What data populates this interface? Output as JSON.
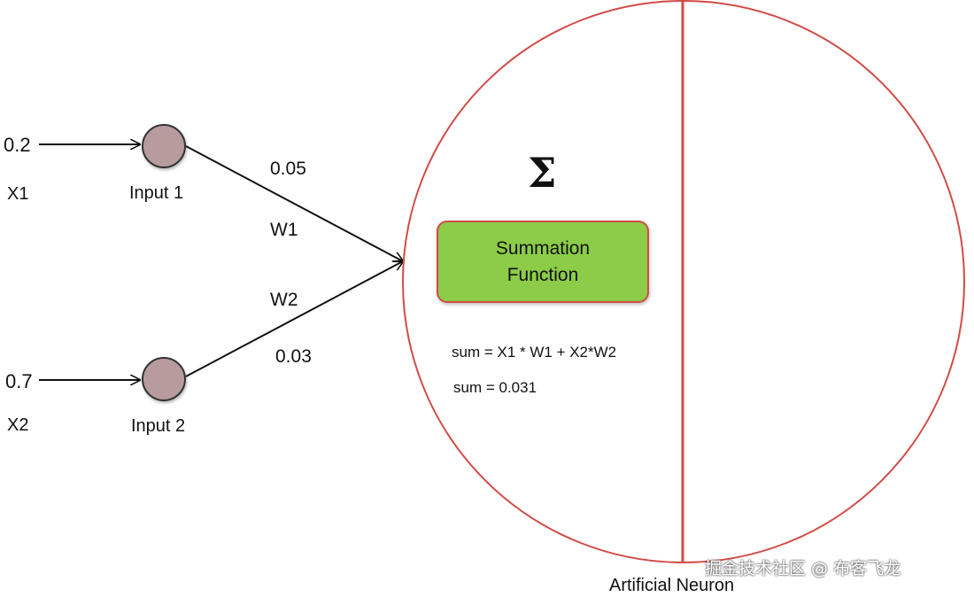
{
  "inputs": [
    {
      "value": "0.2",
      "variable": "X1",
      "node_label": "Input 1"
    },
    {
      "value": "0.7",
      "variable": "X2",
      "node_label": "Input 2"
    }
  ],
  "weights": [
    {
      "name": "W1",
      "value": "0.05"
    },
    {
      "name": "W2",
      "value": "0.03"
    }
  ],
  "neuron": {
    "symbol": "Σ",
    "box_label": "Summation Function",
    "formula": "sum = X1 * W1 + X2*W2",
    "result": "sum = 0.031",
    "caption": "Artificial Neuron"
  },
  "watermark": "掘金技术社区 @ 布客飞龙",
  "colors": {
    "node_fill": "#b79b9d",
    "neuron_outline": "#d14c47",
    "box_fill": "#8ccc48"
  }
}
